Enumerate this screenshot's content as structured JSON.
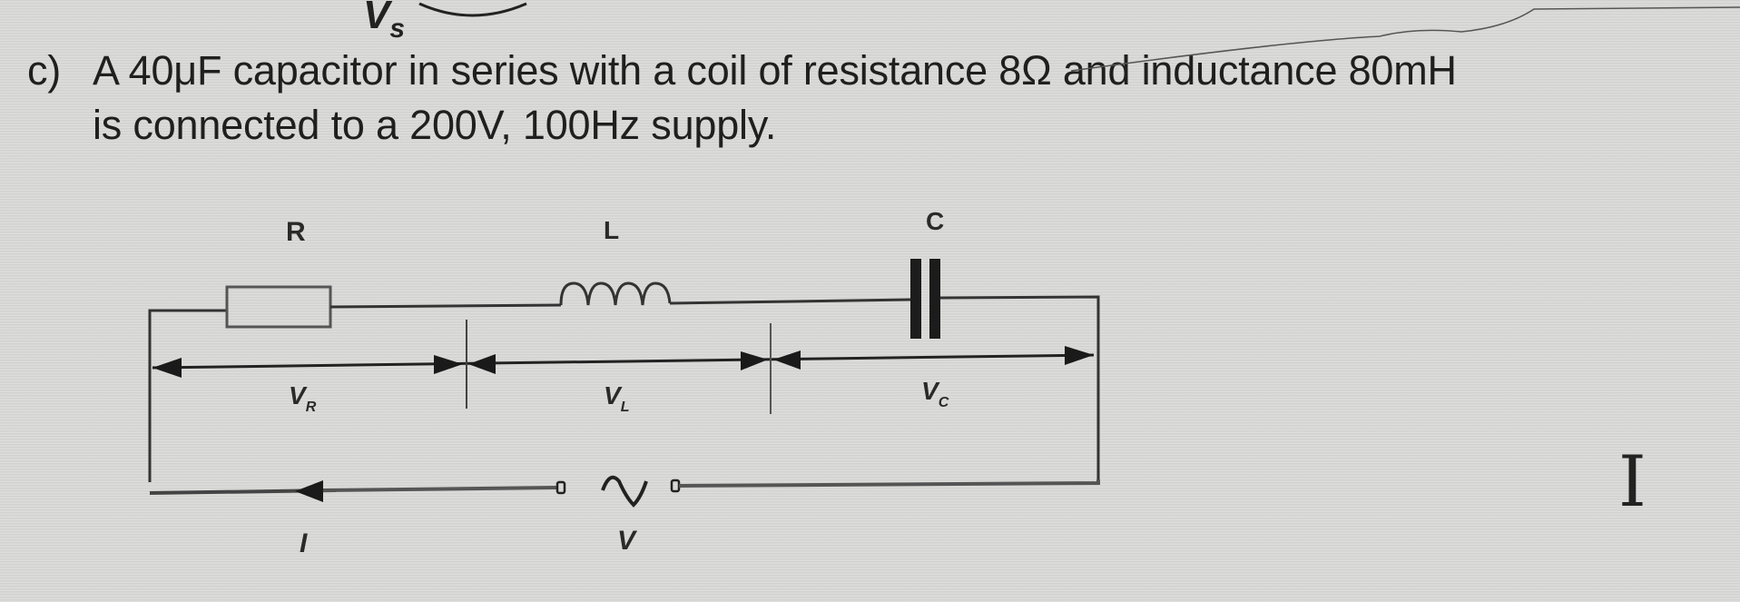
{
  "header_fragment": {
    "symbol": "V",
    "subscript": "s"
  },
  "question": {
    "label": "c)",
    "line1": "A 40μF capacitor in series with a coil of resistance 8Ω and inductance 80mH",
    "line2": "is connected to a 200V, 100Hz supply."
  },
  "circuit": {
    "components": {
      "resistor": "R",
      "inductor": "L",
      "capacitor": "C"
    },
    "voltages": {
      "resistor": "V",
      "resistor_sub": "R",
      "inductor": "V",
      "inductor_sub": "L",
      "capacitor": "V",
      "capacitor_sub": "C"
    },
    "current": "I",
    "supply": "V",
    "supply_symbol": "~"
  },
  "text_cursor": "I"
}
